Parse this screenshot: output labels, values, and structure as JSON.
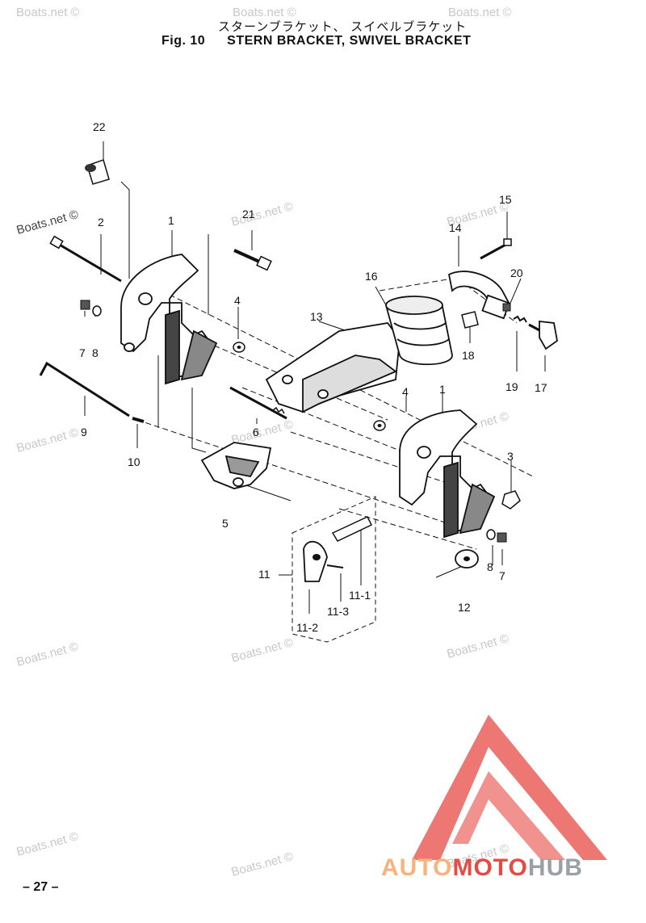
{
  "header": {
    "title_jp": "スターンブラケット、 スイベルブラケット",
    "fig_label": "Fig. 10",
    "title_en": "STERN BRACKET, SWIVEL BRACKET"
  },
  "callouts": {
    "c22": "22",
    "c2": "2",
    "c1a": "1",
    "c21": "21",
    "c15": "15",
    "c14": "14",
    "c16": "16",
    "c20": "20",
    "c4a": "4",
    "c13": "13",
    "c7a": "7",
    "c8a": "8",
    "c18": "18",
    "c19": "19",
    "c17": "17",
    "c9": "9",
    "c10": "10",
    "c6": "6",
    "c4b": "4",
    "c1b": "1",
    "c3": "3",
    "c5": "5",
    "c11": "11",
    "c11_1": "11-1",
    "c11_3": "11-3",
    "c11_2": "11-2",
    "c8b": "8",
    "c7b": "7",
    "c12": "12"
  },
  "watermarks": {
    "text": "Boats.net ©",
    "strong": "Boats.net ©"
  },
  "footer": {
    "page_number": "– 27 –"
  },
  "brand": {
    "part1": "AUTO",
    "part2": "MOTO",
    "part3": "HUB"
  },
  "colors": {
    "logo_red": "#e74a43",
    "logo_orange": "#f7b37e",
    "logo_gray": "#9aa0a6",
    "line": "#111111"
  }
}
